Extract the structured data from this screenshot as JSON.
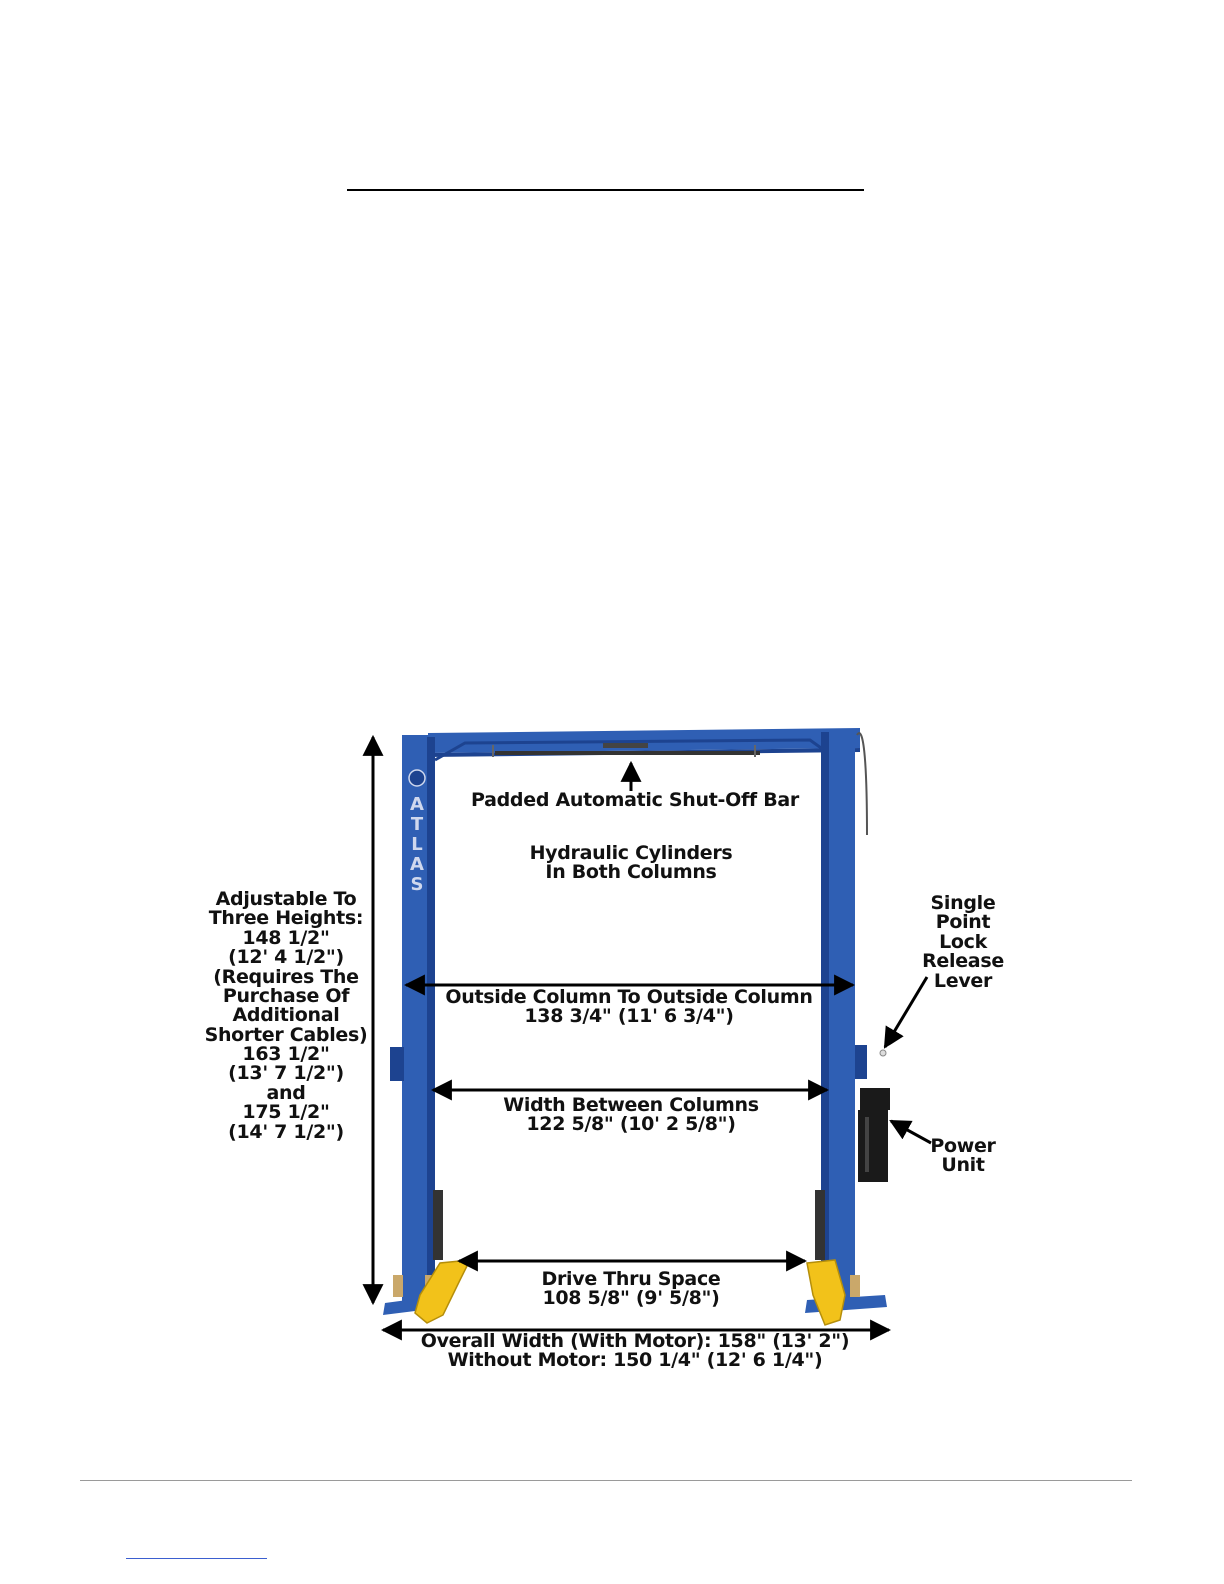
{
  "document": {
    "figure": {
      "labels": {
        "shutoff_bar": "Padded Automatic Shut-Off Bar",
        "cylinders_1": "Hydraulic Cylinders",
        "cylinders_2": "In Both Columns",
        "outside_1": "Outside Column To Outside Column",
        "outside_2": "138 3/4\" (11' 6 3/4\")",
        "between_1": "Width Between Columns",
        "between_2": "122 5/8\" (10' 2 5/8\")",
        "drive_1": "Drive Thru Space",
        "drive_2": "108 5/8\" (9' 5/8\")",
        "overall_1": "Overall Width (With Motor): 158\" (13' 2\")",
        "overall_2": "Without Motor: 150 1/4\" (12' 6 1/4\")",
        "lock": [
          "Single",
          "Point",
          "Lock",
          "Release",
          "Lever"
        ],
        "power": [
          "Power",
          "Unit"
        ],
        "heights": [
          "Adjustable To",
          "Three Heights:",
          "148 1/2\"",
          "(12' 4 1/2\")",
          "(Requires The",
          "Purchase Of",
          "Additional",
          "Shorter Cables)",
          "163 1/2\"",
          "(13' 7 1/2\")",
          "and",
          "175 1/2\"",
          "(14' 7 1/2\")"
        ],
        "brand_letters": [
          "A",
          "T",
          "L",
          "A",
          "S"
        ]
      },
      "colors": {
        "column_blue": "#2f5fb4",
        "column_dark": "#1d4390",
        "arm_yellow": "#f2c21a",
        "motor_black": "#1a1a1a"
      }
    }
  }
}
